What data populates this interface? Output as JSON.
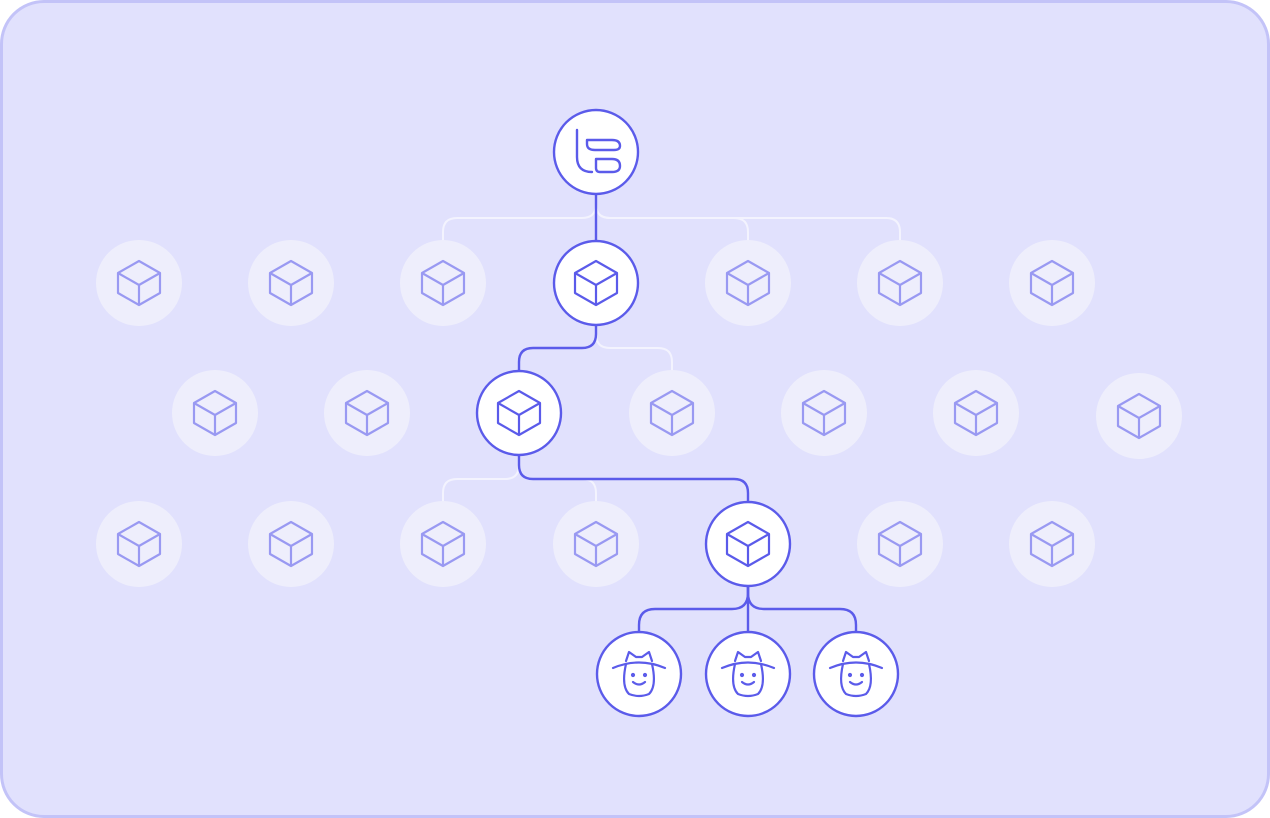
{
  "colors": {
    "background": "#e1e1fd",
    "border": "#c3c3f8",
    "accent": "#5b5bea",
    "inactive_circle": "#eeeefc",
    "inactive_icon": "#9999f2",
    "inactive_connector": "#f3f3fe",
    "active_circle": "#ffffff"
  },
  "diagram": {
    "root": {
      "icon": "brand-logo-icon",
      "active": true
    },
    "levels": [
      {
        "icon": "cube-icon",
        "node_count": 7,
        "active_index": 3
      },
      {
        "icon": "cube-icon",
        "node_count": 7,
        "active_index": 2
      },
      {
        "icon": "cube-icon",
        "node_count": 7,
        "active_index": 4
      }
    ],
    "leaves": {
      "icon": "agent-face-icon",
      "count": 3,
      "active": true
    }
  }
}
